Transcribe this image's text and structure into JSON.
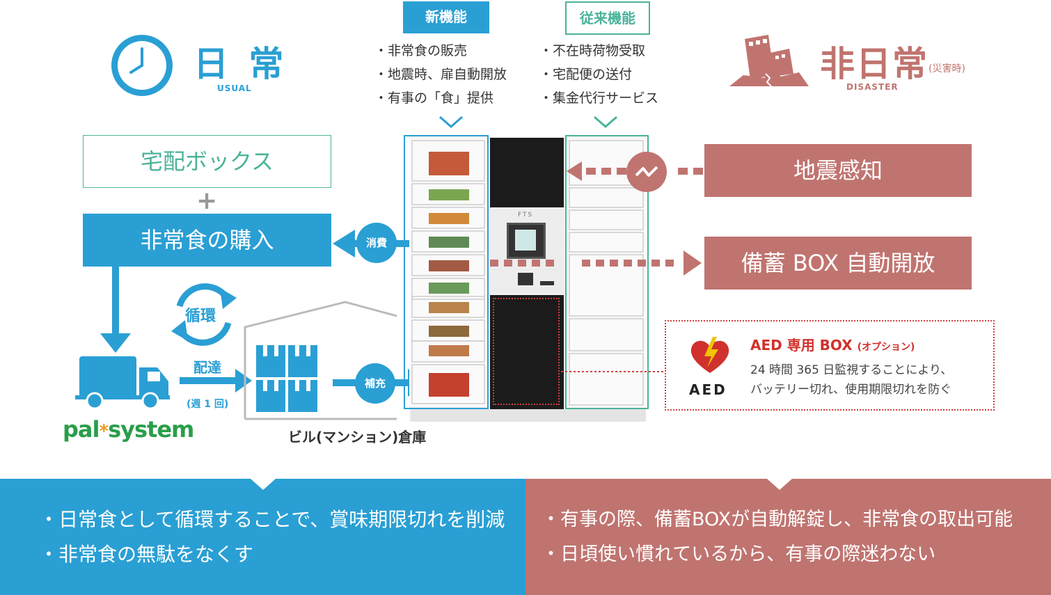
{
  "usual": {
    "title": "日 常",
    "subtitle": "USUAL",
    "clock_icon": "clock-icon"
  },
  "disaster": {
    "title": "非日常",
    "title_note": "(災害時)",
    "subtitle": "DISASTER",
    "icon": "collapsed-building-icon"
  },
  "new_features": {
    "heading": "新機能",
    "items": [
      "・非常食の販売",
      "・地震時、扉自動開放",
      "・有事の「食」提供"
    ]
  },
  "existing_features": {
    "heading": "従来機能",
    "items": [
      "・不在時荷物受取",
      "・宅配便の送付",
      "・集金代行サービス"
    ]
  },
  "flow": {
    "delivery_box": "宅配ボックス",
    "plus": "+",
    "purchase": "非常食の購入",
    "consume": "消費",
    "cycle": "循環",
    "deliver": "配達",
    "weekly": "(週 1 回)",
    "replenish": "補充",
    "warehouse": "ビル(マンション)倉庫",
    "logo_pal": "pal",
    "logo_star": "*",
    "logo_system": "system"
  },
  "disaster_flow": {
    "quake": "地震感知",
    "auto_open": "備蓄 BOX 自動開放"
  },
  "aed": {
    "title": "AED 専用 BOX",
    "title_note": "(オプション)",
    "desc_line1": "24 時間 365 日監視することにより、",
    "desc_line2": "バッテリー切れ、使用期限切れを防ぐ",
    "label": "AED"
  },
  "locker": {
    "brand": "FTS"
  },
  "bottom_left": [
    "・日常食として循環することで、賞味期限切れを削減",
    "・非常食の無駄をなくす"
  ],
  "bottom_right": [
    "・有事の際、備蓄BOXが自動解錠し、非常食の取出可能",
    "・日頃使い慣れているから、有事の際迷わない"
  ],
  "colors": {
    "blue": "#2a9fd4",
    "rose": "#c07470",
    "teal": "#4bb39a",
    "red_dotted": "#d04040"
  }
}
